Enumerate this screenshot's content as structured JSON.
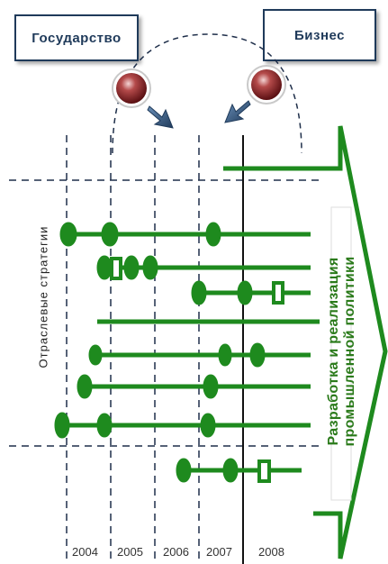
{
  "actors": {
    "state": "Государство",
    "business": "Бизнес"
  },
  "side_label": "Отраслевые стратегии",
  "policy_label_line1": "Разработка и реализация",
  "policy_label_line2": "промышленной политики",
  "years": [
    "2004",
    "2005",
    "2006",
    "2007",
    "2008"
  ],
  "colors": {
    "green": "#1e8a1e",
    "navy": "#1f3a5a",
    "dashed": "#1f2f4a"
  }
}
